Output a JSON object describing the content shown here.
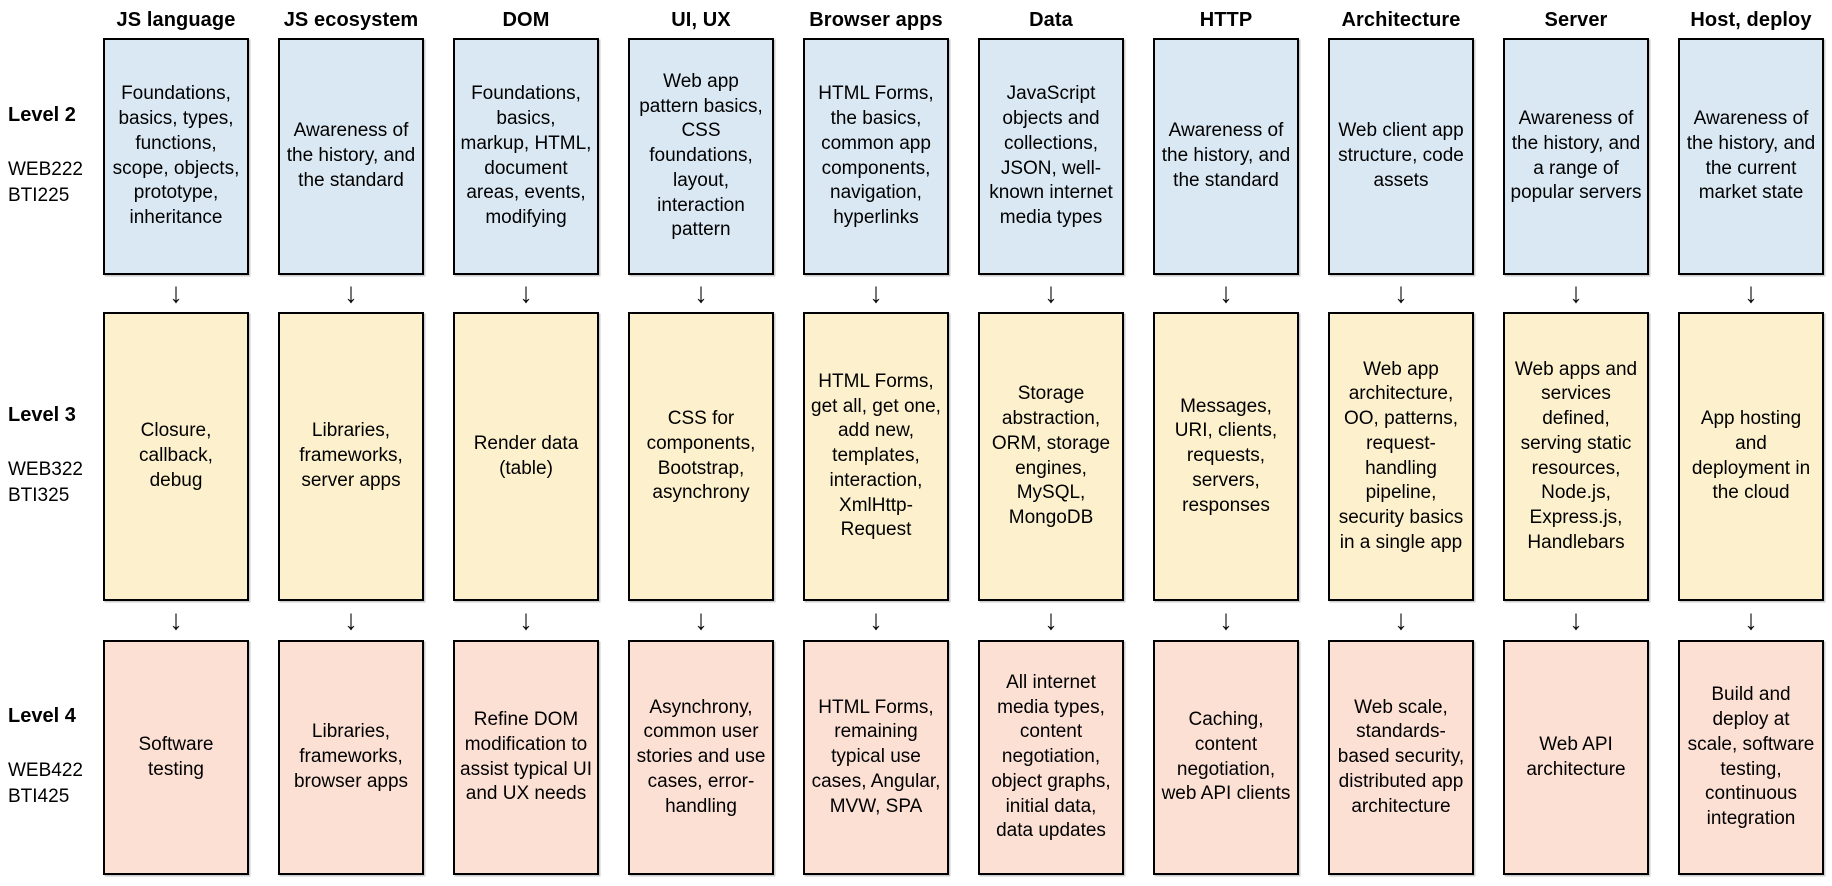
{
  "columns": [
    "JS language",
    "JS ecosystem",
    "DOM",
    "UI, UX",
    "Browser apps",
    "Data",
    "HTTP",
    "Architecture",
    "Server",
    "Host, deploy"
  ],
  "levels": {
    "level2": {
      "label": "Level 2",
      "courses": [
        "WEB222",
        "BTI225"
      ],
      "cells": [
        "Foundations, basics, types, functions, scope, objects, prototype, inheritance",
        "Awareness of the history, and the standard",
        "Foundations, basics, markup, HTML, document areas, events, modifying",
        "Web app pattern basics, CSS foundations, layout, interaction pattern",
        "HTML Forms, the basics, common app components, navigation, hyperlinks",
        "JavaScript objects and collections, JSON, well-known internet media types",
        "Awareness of the history, and the standard",
        "Web client app structure, code assets",
        "Awareness of the history, and a range of popular servers",
        "Awareness of the history, and the current market state"
      ]
    },
    "level3": {
      "label": "Level 3",
      "courses": [
        "WEB322",
        "BTI325"
      ],
      "cells": [
        "Closure, callback, debug",
        "Libraries, frameworks, server apps",
        "Render data (table)",
        "CSS for components, Bootstrap, asynchrony",
        "HTML Forms, get all, get one, add new, templates, interaction, XmlHttp-Request",
        "Storage abstraction, ORM, storage engines, MySQL, MongoDB",
        "Messages, URI, clients, requests, servers, responses",
        "Web app architecture, OO, patterns, request-handling pipeline, security basics in a single app",
        "Web apps and services defined, serving static resources, Node.js, Express.js, Handlebars",
        "App hosting and deployment in the cloud"
      ]
    },
    "level4": {
      "label": "Level 4",
      "courses": [
        "WEB422",
        "BTI425"
      ],
      "cells": [
        "Software testing",
        "Libraries, frameworks, browser apps",
        "Refine DOM modification to assist typical UI and UX needs",
        "Asynchrony, common user stories and use cases, error-handling",
        "HTML Forms, remaining typical use cases, Angular, MVW, SPA",
        "All internet media types, content negotiation, object graphs, initial data, data updates",
        "Caching, content negotiation, web API clients",
        "Web scale, standards-based security, distributed app architecture",
        "Web API architecture",
        "Build and deploy at scale, software testing, continuous integration"
      ]
    }
  },
  "colors": {
    "level2_fill": "#d9e8f3",
    "level3_fill": "#fdf0cc",
    "level4_fill": "#fce0d4",
    "border": "#000000"
  },
  "glyphs": {
    "down_arrow": "↓"
  }
}
